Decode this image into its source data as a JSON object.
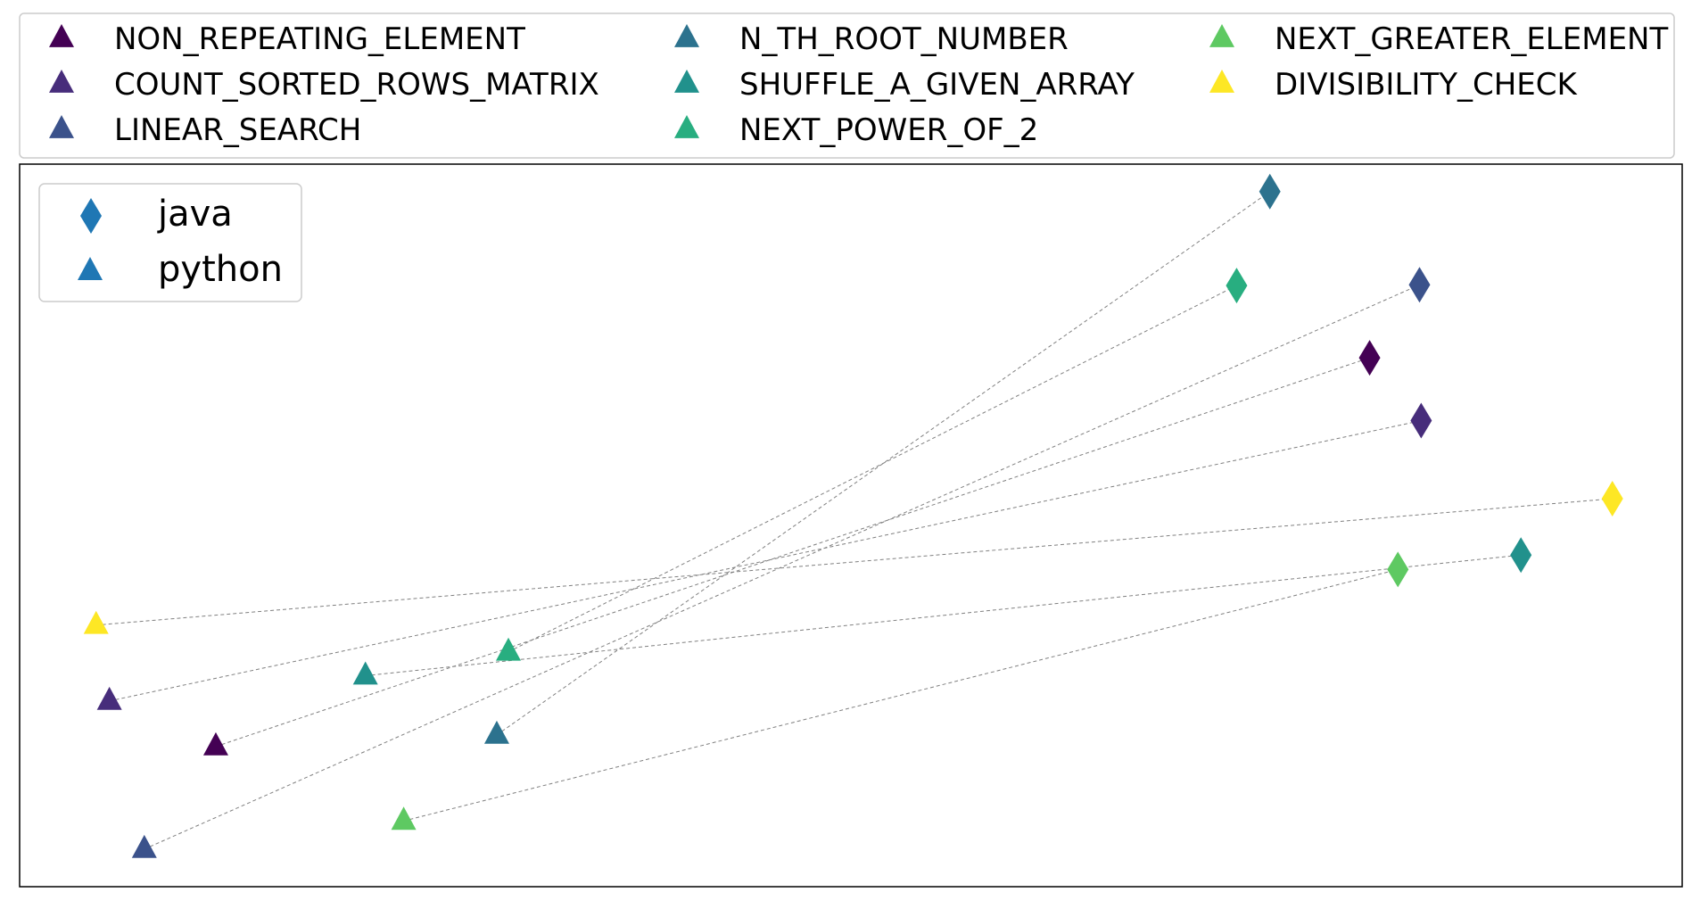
{
  "chart_data": {
    "type": "scatter",
    "title": "",
    "xlabel": "",
    "ylabel": "",
    "axes_visible": false,
    "grid": false,
    "xlim": [
      0,
      1000
    ],
    "ylim": [
      0,
      1000
    ],
    "problems_legend": {
      "placement": "top-outside",
      "columns": 3,
      "marker": "triangle"
    },
    "language_legend": {
      "placement": "top-left",
      "entries": [
        {
          "label": "java",
          "marker": "diamond",
          "color": "#1f77b4"
        },
        {
          "label": "python",
          "marker": "triangle",
          "color": "#1f77b4"
        }
      ]
    },
    "link_style": {
      "color": "#808080",
      "dash": "dashed"
    },
    "series": [
      {
        "name": "NON_REPEATING_ELEMENT",
        "color": "#440154",
        "java": [
          812,
          732
        ],
        "python": [
          118,
          194
        ]
      },
      {
        "name": "COUNT_SORTED_ROWS_MATRIX",
        "color": "#472d7b",
        "java": [
          843,
          645
        ],
        "python": [
          54,
          257
        ]
      },
      {
        "name": "LINEAR_SEARCH",
        "color": "#3b528b",
        "java": [
          842,
          833
        ],
        "python": [
          75,
          52
        ]
      },
      {
        "name": "N_TH_ROOT_NUMBER",
        "color": "#2c728e",
        "java": [
          752,
          962
        ],
        "python": [
          287,
          210
        ]
      },
      {
        "name": "SHUFFLE_A_GIVEN_ARRAY",
        "color": "#21918c",
        "java": [
          903,
          459
        ],
        "python": [
          208,
          292
        ]
      },
      {
        "name": "NEXT_POWER_OF_2",
        "color": "#28ae80",
        "java": [
          732,
          832
        ],
        "python": [
          294,
          325
        ]
      },
      {
        "name": "NEXT_GREATER_ELEMENT",
        "color": "#5ec962",
        "java": [
          829,
          439
        ],
        "python": [
          231,
          91
        ]
      },
      {
        "name": "DIVISIBILITY_CHECK",
        "color": "#fde725",
        "java": [
          958,
          537
        ],
        "python": [
          46,
          362
        ]
      }
    ]
  }
}
